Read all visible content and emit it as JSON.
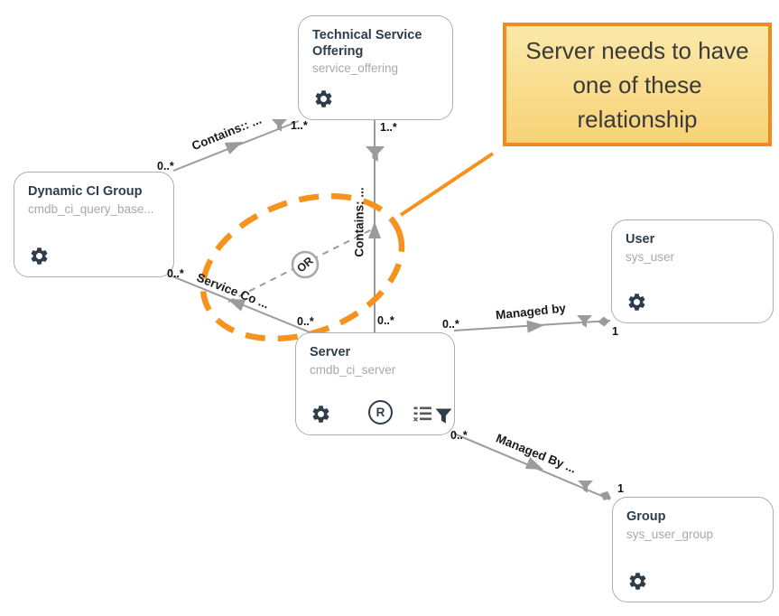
{
  "colors": {
    "accent_orange": "#F6921E",
    "connector_gray": "#9B9B9B",
    "entity_border": "#ABAEB0",
    "title_text": "#2E3D49",
    "subtitle_text": "#A6A9AB"
  },
  "callout": {
    "text": "Server needs to have one of these relationship"
  },
  "or_operator": {
    "label": "OR"
  },
  "icons": {
    "settings": "gear-icon",
    "registered_badge": "r-circle-icon",
    "registered_letter": "R",
    "related_list": "related-list-icon",
    "filter": "filter-funnel-icon"
  },
  "entities": [
    {
      "id": "technical-service-offering",
      "title": "Technical Service Offering",
      "table": "service_offering"
    },
    {
      "id": "dynamic-ci-group",
      "title": "Dynamic CI Group",
      "table": "cmdb_ci_query_base..."
    },
    {
      "id": "server",
      "title": "Server",
      "table": "cmdb_ci_server"
    },
    {
      "id": "user",
      "title": "User",
      "table": "sys_user"
    },
    {
      "id": "group",
      "title": "Group",
      "table": "sys_user_group"
    }
  ],
  "relationships": [
    {
      "label": "Contains:: ...",
      "source": "Dynamic CI Group",
      "target": "Technical Service Offering",
      "source_card": "0..*",
      "target_card": "1..*"
    },
    {
      "label": "Contains: ...",
      "source": "Server",
      "target": "Technical Service Offering",
      "source_card": "0..*",
      "target_card": "1..*"
    },
    {
      "label": "Service Co ...",
      "source": "Server",
      "target": "Dynamic CI Group",
      "source_card": "0..*",
      "target_card": "0..*"
    },
    {
      "label": "Managed by",
      "source": "Server",
      "target": "User",
      "source_card": "0..*",
      "target_card": "1"
    },
    {
      "label": "Managed By ...",
      "source": "Server",
      "target": "Group",
      "source_card": "0..*",
      "target_card": "1"
    }
  ]
}
